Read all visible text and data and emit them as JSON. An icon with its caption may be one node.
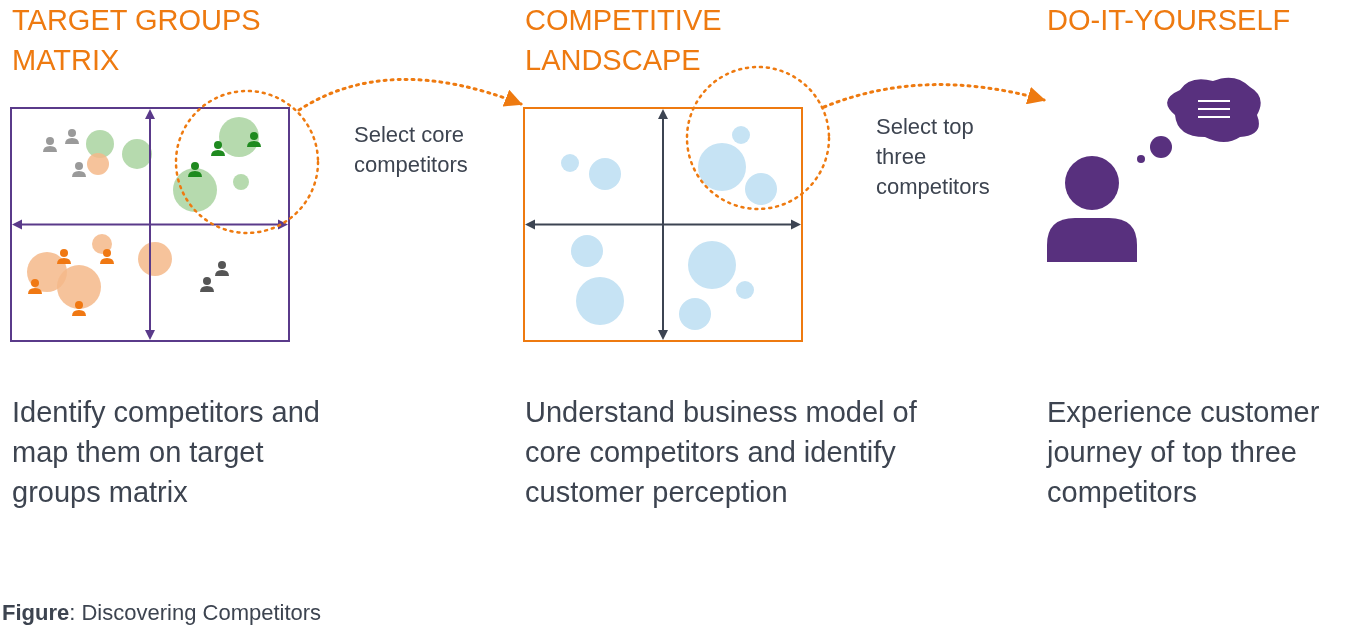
{
  "diagram": {
    "caption": "**Figure**: Discovering Competitors",
    "nodes": [
      {
        "text": [
          "TARGET GROUPS MATRIX"
        ],
        "beside": [
          "Identify competitors and map them on target groups matrix"
        ]
      },
      {
        "text": [],
        "shape": "circle"
      },
      {
        "text": [
          "COMPETITIVE LANDSCAPE"
        ],
        "beside": [
          "Understand business model of core competitors and identify customer perception"
        ]
      },
      {
        "text": [],
        "shape": "circle"
      },
      {
        "text": [],
        "shape": "person"
      }
    ],
    "edges": [
      {
        "from": 1,
        "to": 2,
        "arrow": "to",
        "label": "Select core competitors",
        "style": "dashed"
      },
      {
        "from": 3,
        "to": 4,
        "arrow": "to",
        "label": "Select top three competitors",
        "style": "dashed"
      }
    ],
    "labels": [
      "DO-IT-YOURSELF",
      "Experience customer journey of top three competitors"
    ]
  }
}
